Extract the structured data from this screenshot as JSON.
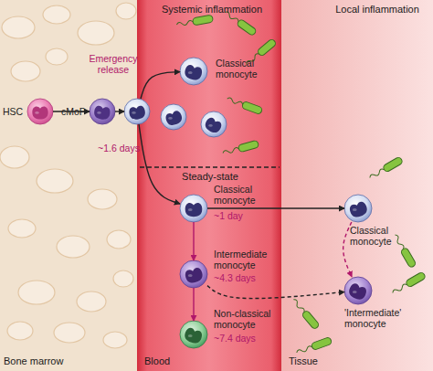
{
  "diagram": {
    "nodes": [
      {
        "text": [
          "HSC"
        ]
      },
      {
        "text": [
          "cMoP"
        ]
      },
      {
        "text": []
      },
      {
        "text": [
          "Classical monocyte"
        ]
      },
      {
        "text": [
          "Classical monocyte",
          "~1 day"
        ]
      },
      {
        "text": [
          "Intermediate monocyte",
          "~4.3 days"
        ]
      },
      {
        "text": [
          "Non-classical monocyte",
          "~7.4 days"
        ]
      },
      {
        "text": [
          "Classical monocyte"
        ]
      },
      {
        "text": [
          "'Intermediate' monocyte"
        ]
      }
    ],
    "edges": [
      {
        "from": 0,
        "to": 1,
        "arrow": "to"
      },
      {
        "from": 1,
        "to": 2,
        "arrow": "to"
      },
      {
        "from": 2,
        "to": 3,
        "label": "Emergency release",
        "arrow": "to"
      },
      {
        "from": 2,
        "to": 4,
        "label": "~1.6 days",
        "arrow": "to"
      },
      {
        "from": 4,
        "to": 5,
        "arrow": "to"
      },
      {
        "from": 5,
        "to": 6,
        "arrow": "to"
      },
      {
        "from": 4,
        "to": 7,
        "arrow": "to"
      },
      {
        "from": 5,
        "to": 8,
        "arrow": "to"
      },
      {
        "from": 7,
        "to": 8,
        "arrow": "to"
      }
    ],
    "labels": [
      "Systemic inflammation",
      "Local inflammation",
      "Steady-state",
      "Bone marrow",
      "Blood",
      "Tissue"
    ]
  }
}
